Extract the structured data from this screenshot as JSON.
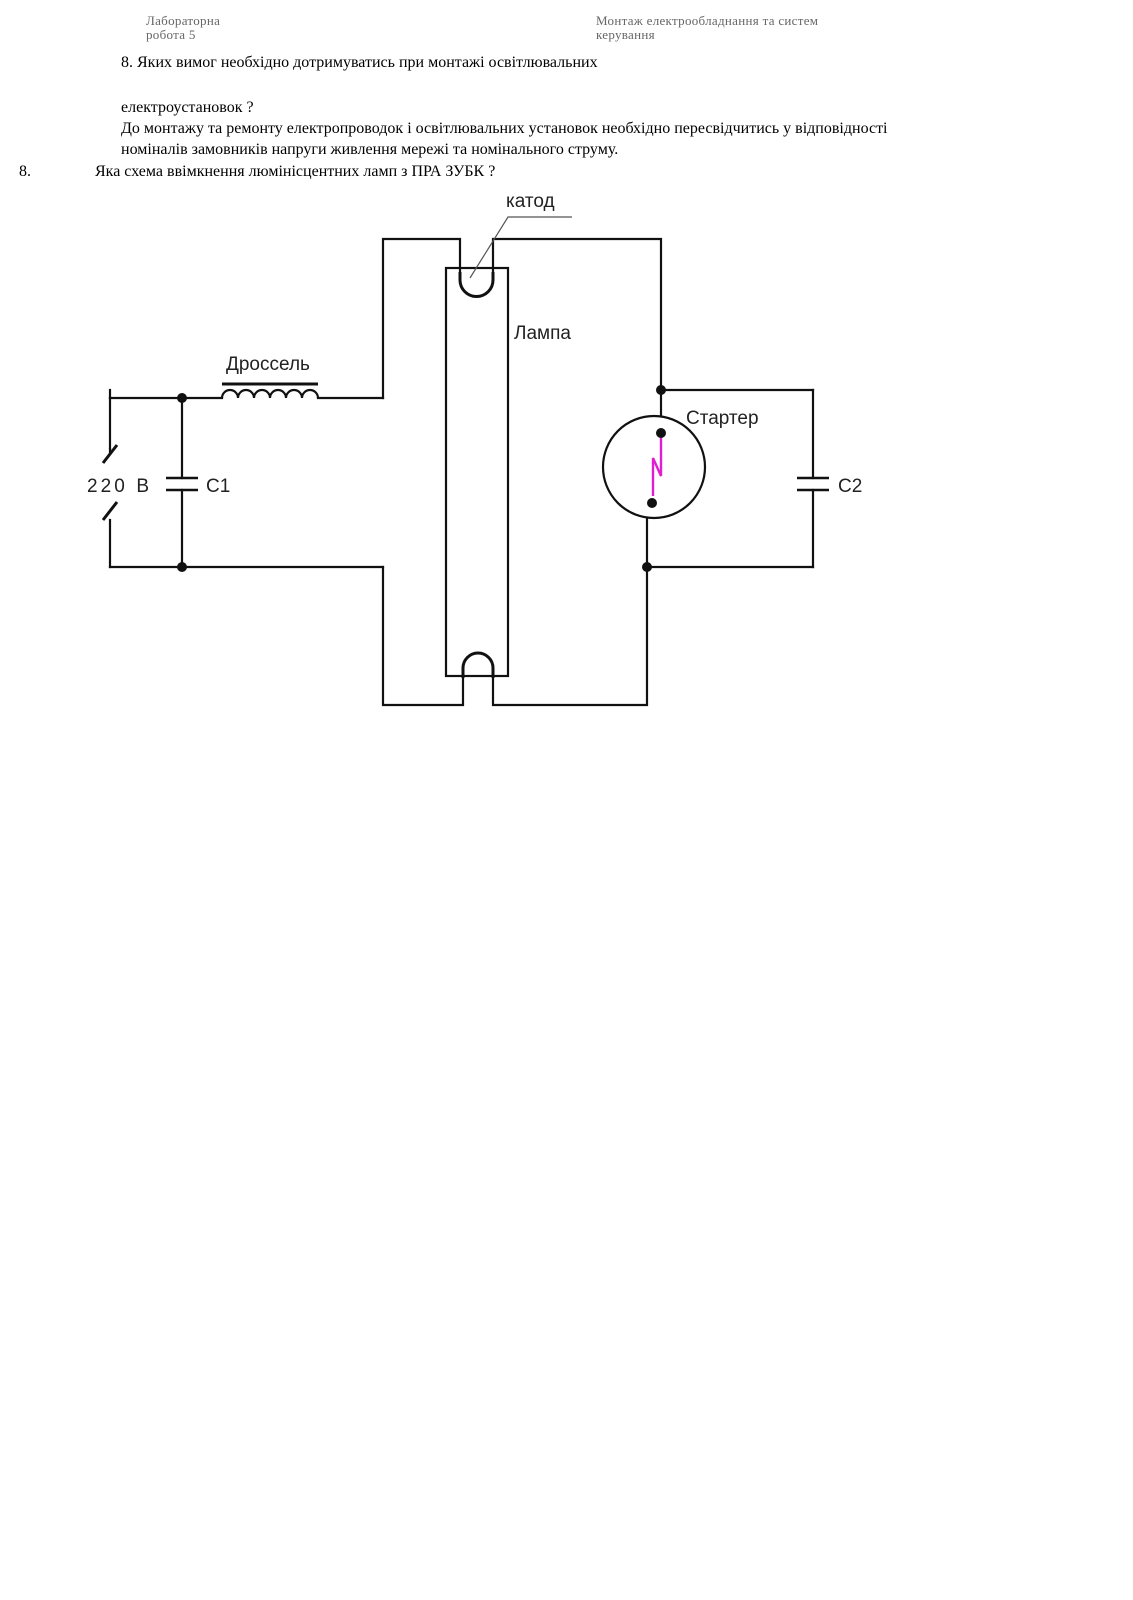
{
  "header": {
    "left_line1": "Лабораторна",
    "left_line2": "робота 5",
    "right_line1": "Монтаж електрообладнання та систем",
    "right_line2": "керування"
  },
  "question8": {
    "line1": "8. Яких вимог необхідно дотримуватись при монтажі освітлювальних",
    "line2": "електроустановок ?"
  },
  "answer8": {
    "line1": "До монтажу та ремонту електропроводок і освітлювальних установок необхідно пересвідчитись у відповідності",
    "line2": "номіналів замовників напруги живлення мережі та номінального струму."
  },
  "question9": {
    "number": "8.",
    "text": "Яка схема ввімкнення люмінісцентних ламп з ПРА ЗУБК ?"
  },
  "diagram": {
    "labels": {
      "cathode": "катод",
      "lamp": "Лампа",
      "choke": "Дроссель",
      "voltage": "220 В",
      "c1": "C1",
      "starter": "Стартер",
      "c2": "C2"
    },
    "colors": {
      "wire": "#111111",
      "spark": "#e020d0"
    }
  }
}
